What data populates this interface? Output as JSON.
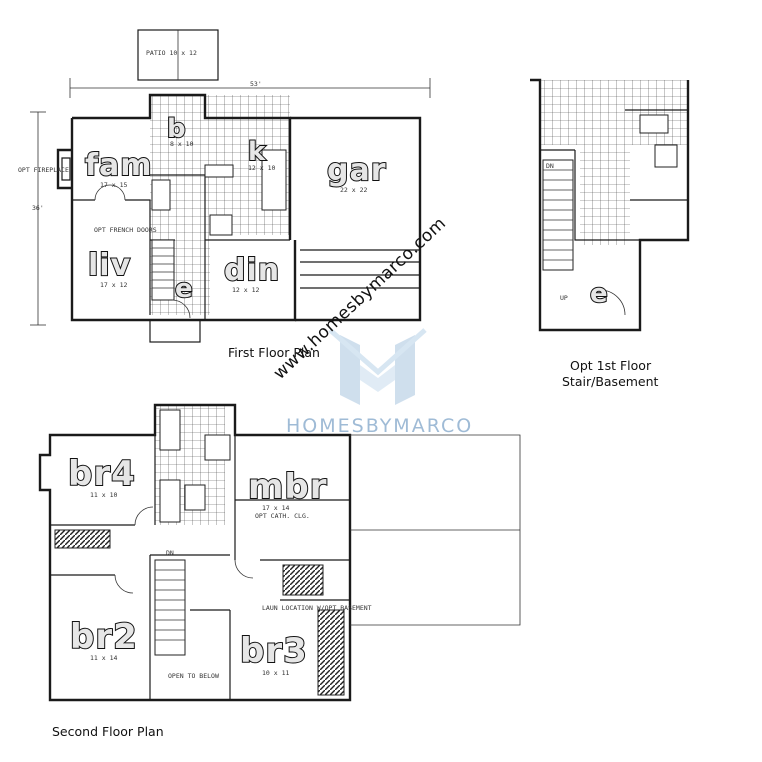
{
  "first_floor": {
    "caption": "First Floor Plan",
    "rooms": {
      "fam": "fam",
      "fam_dim": "17 x 15",
      "liv": "liv",
      "liv_dim": "17 x 12",
      "din": "din",
      "din_dim": "12 x 12",
      "gar": "gar",
      "gar_dim": "22 x 22",
      "b": "b",
      "b_dim": "8 x 10",
      "k": "k",
      "k_dim": "12 x 10",
      "e": "e"
    },
    "overall_width": "53'",
    "depth": "36'",
    "patio": "PATIO 10 x 12",
    "fireplace": "OPT FIREPLACE",
    "french_doors": "OPT FRENCH DOORS"
  },
  "opt_floor": {
    "caption_line1": "Opt 1st Floor",
    "caption_line2": "Stair/Basement",
    "entry": "e",
    "dn": "DN",
    "up": "UP"
  },
  "second_floor": {
    "caption": "Second Floor Plan",
    "rooms": {
      "br4": "br4",
      "br4_dim": "11 x 10",
      "mbr": "mbr",
      "mbr_dim": "17 x 14",
      "mbr_note": "OPT CATH. CLG.",
      "br2": "br2",
      "br2_dim": "11 x 14",
      "br3": "br3",
      "br3_dim": "10 x 11"
    },
    "dn": "DN",
    "open_below": "OPEN TO BELOW",
    "laundry_note": "LAUN LOCATION W/OPT BASEMENT"
  },
  "watermark": {
    "url": "www.homesbymarco.com",
    "brand": "HOMESBYMARCO"
  }
}
